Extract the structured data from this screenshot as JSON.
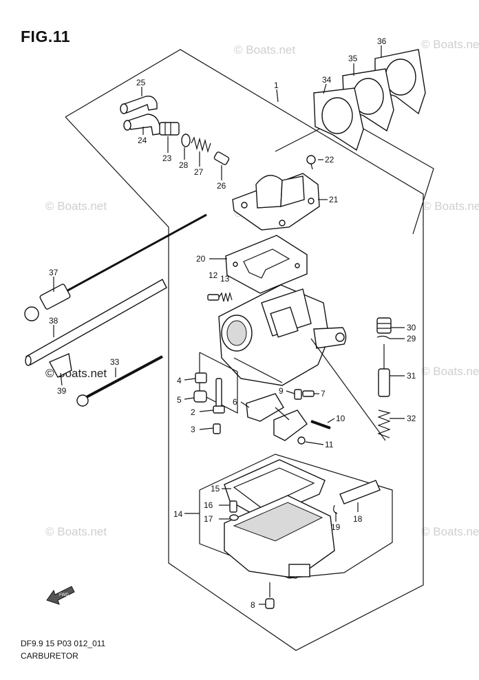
{
  "figure": {
    "title": "FIG.11",
    "code": "DF9.9 15 P03 012_011",
    "name": "CARBURETOR"
  },
  "watermark": {
    "text": "© Boats.net"
  },
  "fwd_label": "FWD",
  "callouts": [
    "1",
    "2",
    "3",
    "4",
    "5",
    "6",
    "7",
    "8",
    "9",
    "10",
    "11",
    "12",
    "13",
    "14",
    "15",
    "16",
    "17",
    "18",
    "19",
    "20",
    "21",
    "22",
    "23",
    "24",
    "25",
    "26",
    "27",
    "28",
    "29",
    "30",
    "31",
    "32",
    "33",
    "34",
    "35",
    "36",
    "37",
    "38",
    "39"
  ]
}
